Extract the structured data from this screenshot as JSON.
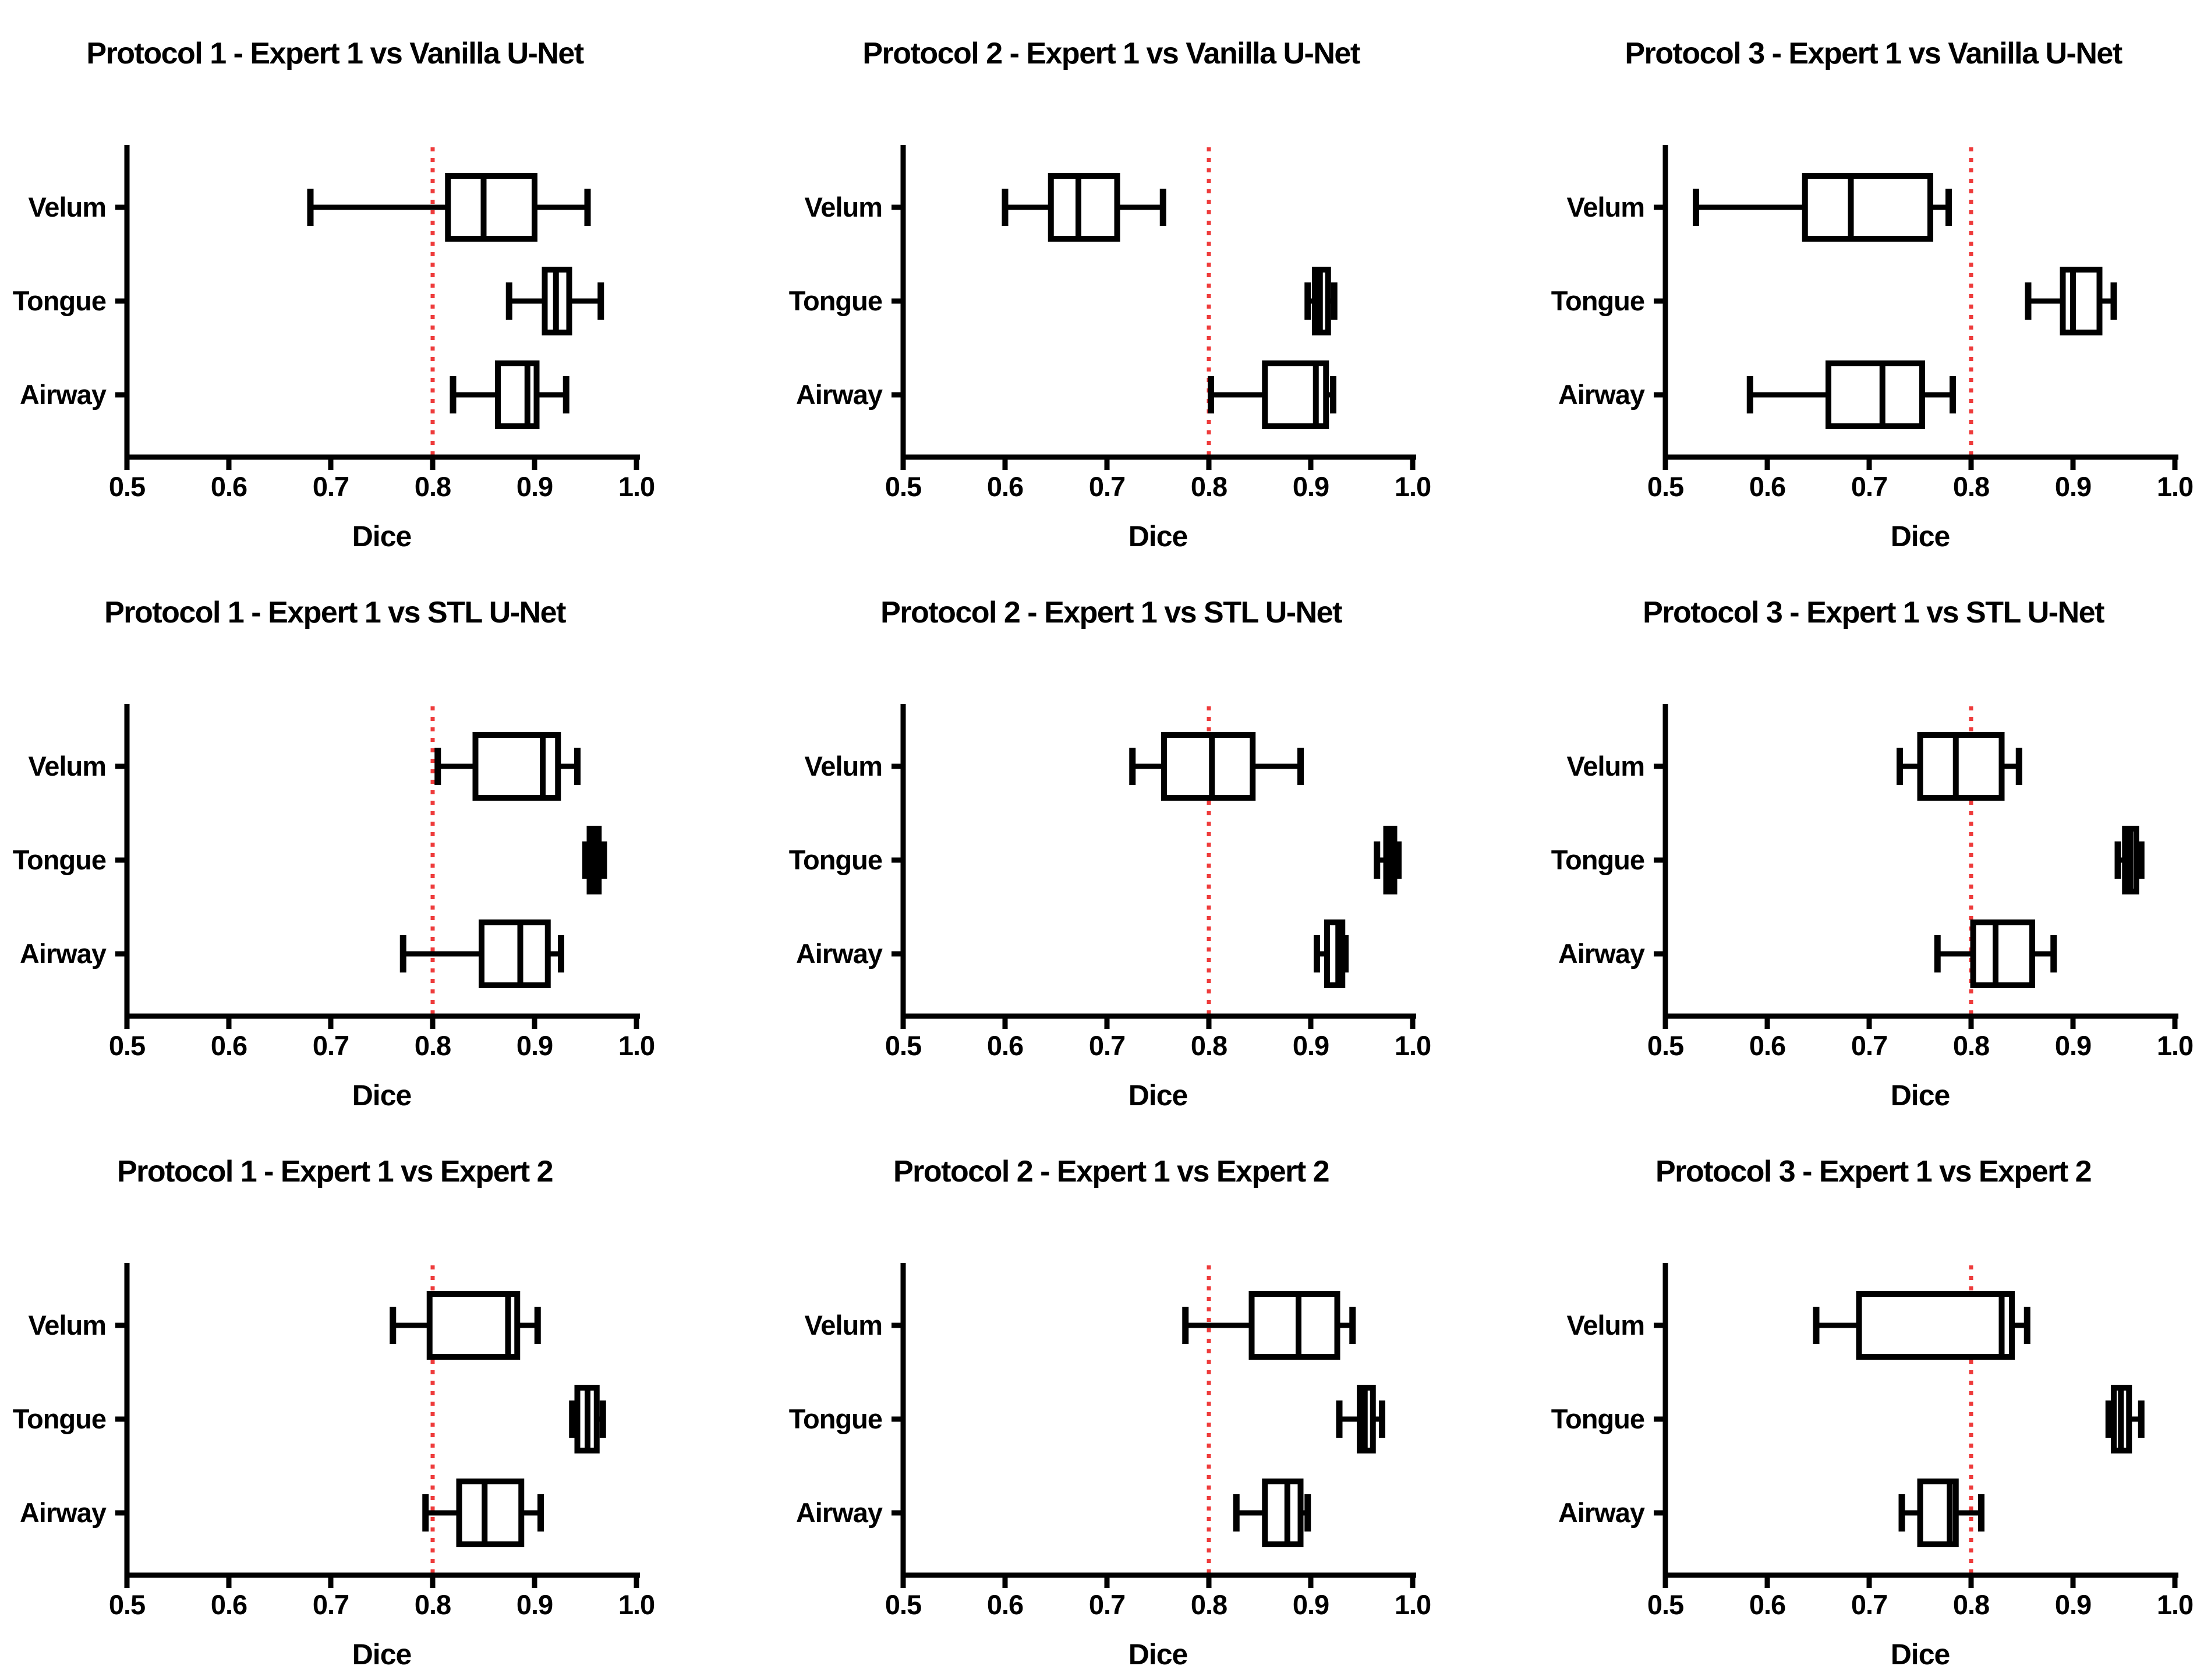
{
  "figure": {
    "background": "#ffffff",
    "box_stroke_color": "#000000",
    "box_fill_color": "#ffffff",
    "refline_color": "#ee3b3b",
    "axis_color": "#000000"
  },
  "chart_data": {
    "type": "boxplot-grid",
    "orientation": "horizontal",
    "grid": {
      "rows": 3,
      "cols": 3
    },
    "xlabel": "Dice",
    "xlim": [
      0.5,
      1.0
    ],
    "xticks": [
      "0.5",
      "0.6",
      "0.7",
      "0.8",
      "0.9",
      "1.0"
    ],
    "categories": [
      "Velum",
      "Tongue",
      "Airway"
    ],
    "refline": {
      "value": 0.8,
      "style": "dotted",
      "color": "#ee3b3b"
    },
    "legend": "none",
    "charts": [
      {
        "title": "Protocol 1 - Expert 1 vs Vanilla U-Net",
        "row": 0,
        "col": 0,
        "boxes": [
          {
            "category": "Velum",
            "min": 0.68,
            "q1": 0.815,
            "median": 0.85,
            "q3": 0.9,
            "max": 0.952
          },
          {
            "category": "Tongue",
            "min": 0.875,
            "q1": 0.91,
            "median": 0.921,
            "q3": 0.934,
            "max": 0.965
          },
          {
            "category": "Airway",
            "min": 0.82,
            "q1": 0.864,
            "median": 0.893,
            "q3": 0.902,
            "max": 0.931
          }
        ]
      },
      {
        "title": "Protocol 2 - Expert 1 vs Vanilla U-Net",
        "row": 0,
        "col": 1,
        "boxes": [
          {
            "category": "Velum",
            "min": 0.6,
            "q1": 0.645,
            "median": 0.672,
            "q3": 0.71,
            "max": 0.755
          },
          {
            "category": "Tongue",
            "min": 0.897,
            "q1": 0.904,
            "median": 0.909,
            "q3": 0.917,
            "max": 0.923
          },
          {
            "category": "Airway",
            "min": 0.802,
            "q1": 0.855,
            "median": 0.905,
            "q3": 0.915,
            "max": 0.922
          }
        ]
      },
      {
        "title": "Protocol 3 - Expert 1 vs Vanilla U-Net",
        "row": 0,
        "col": 2,
        "boxes": [
          {
            "category": "Velum",
            "min": 0.53,
            "q1": 0.637,
            "median": 0.682,
            "q3": 0.76,
            "max": 0.778
          },
          {
            "category": "Tongue",
            "min": 0.856,
            "q1": 0.89,
            "median": 0.9,
            "q3": 0.926,
            "max": 0.94
          },
          {
            "category": "Airway",
            "min": 0.583,
            "q1": 0.66,
            "median": 0.713,
            "q3": 0.752,
            "max": 0.782
          }
        ]
      },
      {
        "title": "Protocol 1 - Expert 1 vs STL U-Net",
        "row": 1,
        "col": 0,
        "boxes": [
          {
            "category": "Velum",
            "min": 0.805,
            "q1": 0.842,
            "median": 0.908,
            "q3": 0.923,
            "max": 0.942
          },
          {
            "category": "Tongue",
            "min": 0.95,
            "q1": 0.954,
            "median": 0.958,
            "q3": 0.963,
            "max": 0.968
          },
          {
            "category": "Airway",
            "min": 0.771,
            "q1": 0.848,
            "median": 0.886,
            "q3": 0.913,
            "max": 0.926
          }
        ]
      },
      {
        "title": "Protocol 2 - Expert 1 vs STL U-Net",
        "row": 1,
        "col": 1,
        "boxes": [
          {
            "category": "Velum",
            "min": 0.725,
            "q1": 0.756,
            "median": 0.803,
            "q3": 0.843,
            "max": 0.89
          },
          {
            "category": "Tongue",
            "min": 0.965,
            "q1": 0.974,
            "median": 0.978,
            "q3": 0.982,
            "max": 0.986
          },
          {
            "category": "Airway",
            "min": 0.906,
            "q1": 0.916,
            "median": 0.927,
            "q3": 0.931,
            "max": 0.934
          }
        ]
      },
      {
        "title": "Protocol 3 - Expert 1 vs STL U-Net",
        "row": 1,
        "col": 2,
        "boxes": [
          {
            "category": "Velum",
            "min": 0.73,
            "q1": 0.75,
            "median": 0.785,
            "q3": 0.83,
            "max": 0.847
          },
          {
            "category": "Tongue",
            "min": 0.944,
            "q1": 0.951,
            "median": 0.956,
            "q3": 0.962,
            "max": 0.967
          },
          {
            "category": "Airway",
            "min": 0.767,
            "q1": 0.802,
            "median": 0.824,
            "q3": 0.86,
            "max": 0.881
          }
        ]
      },
      {
        "title": "Protocol 1 - Expert 1 vs Expert 2",
        "row": 2,
        "col": 0,
        "boxes": [
          {
            "category": "Velum",
            "min": 0.761,
            "q1": 0.797,
            "median": 0.874,
            "q3": 0.883,
            "max": 0.903
          },
          {
            "category": "Tongue",
            "min": 0.937,
            "q1": 0.942,
            "median": 0.952,
            "q3": 0.961,
            "max": 0.967
          },
          {
            "category": "Airway",
            "min": 0.793,
            "q1": 0.826,
            "median": 0.851,
            "q3": 0.887,
            "max": 0.906
          }
        ]
      },
      {
        "title": "Protocol 2 - Expert 1 vs Expert 2",
        "row": 2,
        "col": 1,
        "boxes": [
          {
            "category": "Velum",
            "min": 0.777,
            "q1": 0.842,
            "median": 0.888,
            "q3": 0.926,
            "max": 0.941
          },
          {
            "category": "Tongue",
            "min": 0.928,
            "q1": 0.948,
            "median": 0.953,
            "q3": 0.961,
            "max": 0.97
          },
          {
            "category": "Airway",
            "min": 0.827,
            "q1": 0.855,
            "median": 0.877,
            "q3": 0.89,
            "max": 0.897
          }
        ]
      },
      {
        "title": "Protocol 3 - Expert 1 vs Expert 2",
        "row": 2,
        "col": 2,
        "boxes": [
          {
            "category": "Velum",
            "min": 0.648,
            "q1": 0.69,
            "median": 0.83,
            "q3": 0.84,
            "max": 0.855
          },
          {
            "category": "Tongue",
            "min": 0.935,
            "q1": 0.94,
            "median": 0.947,
            "q3": 0.955,
            "max": 0.967
          },
          {
            "category": "Airway",
            "min": 0.732,
            "q1": 0.75,
            "median": 0.779,
            "q3": 0.785,
            "max": 0.81
          }
        ]
      }
    ]
  }
}
